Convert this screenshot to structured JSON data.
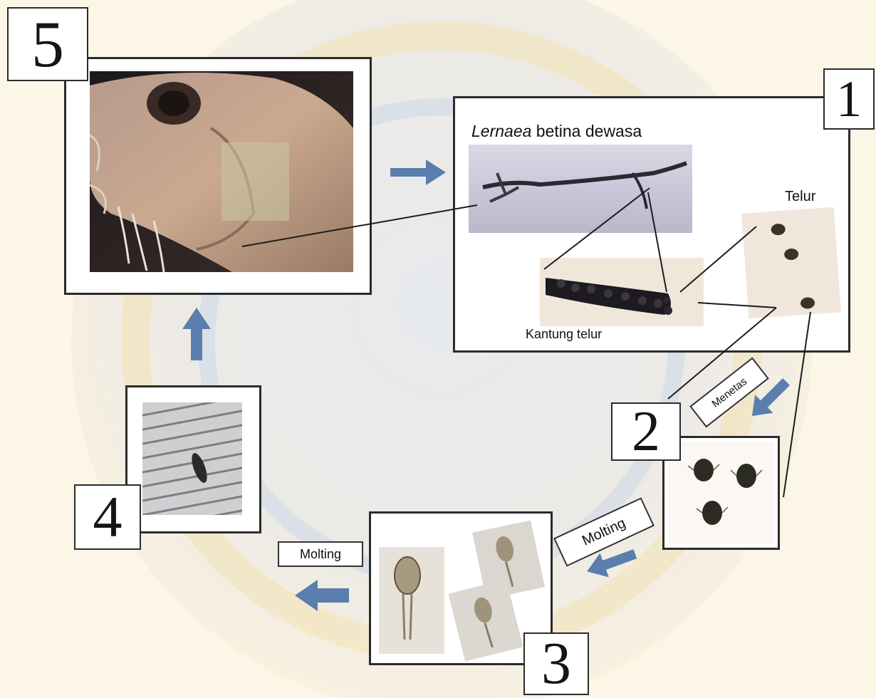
{
  "stages": {
    "s1": {
      "number": "1",
      "title_italic": "Lernaea",
      "title_rest": " betina dewasa",
      "egg_label": "Telur",
      "egg_sac_label": "Kantung telur"
    },
    "s2": {
      "number": "2"
    },
    "s3": {
      "number": "3"
    },
    "s4": {
      "number": "4"
    },
    "s5": {
      "number": "5"
    }
  },
  "transitions": {
    "hatch": "Menetas",
    "molt_2_3": "Molting",
    "molt_3_4": "Molting"
  },
  "colors": {
    "arrow": "#5a7fae",
    "frame": "#2b2b2b",
    "watermark_blue": "#d4dcea",
    "watermark_yellow": "#f4e4b2"
  }
}
